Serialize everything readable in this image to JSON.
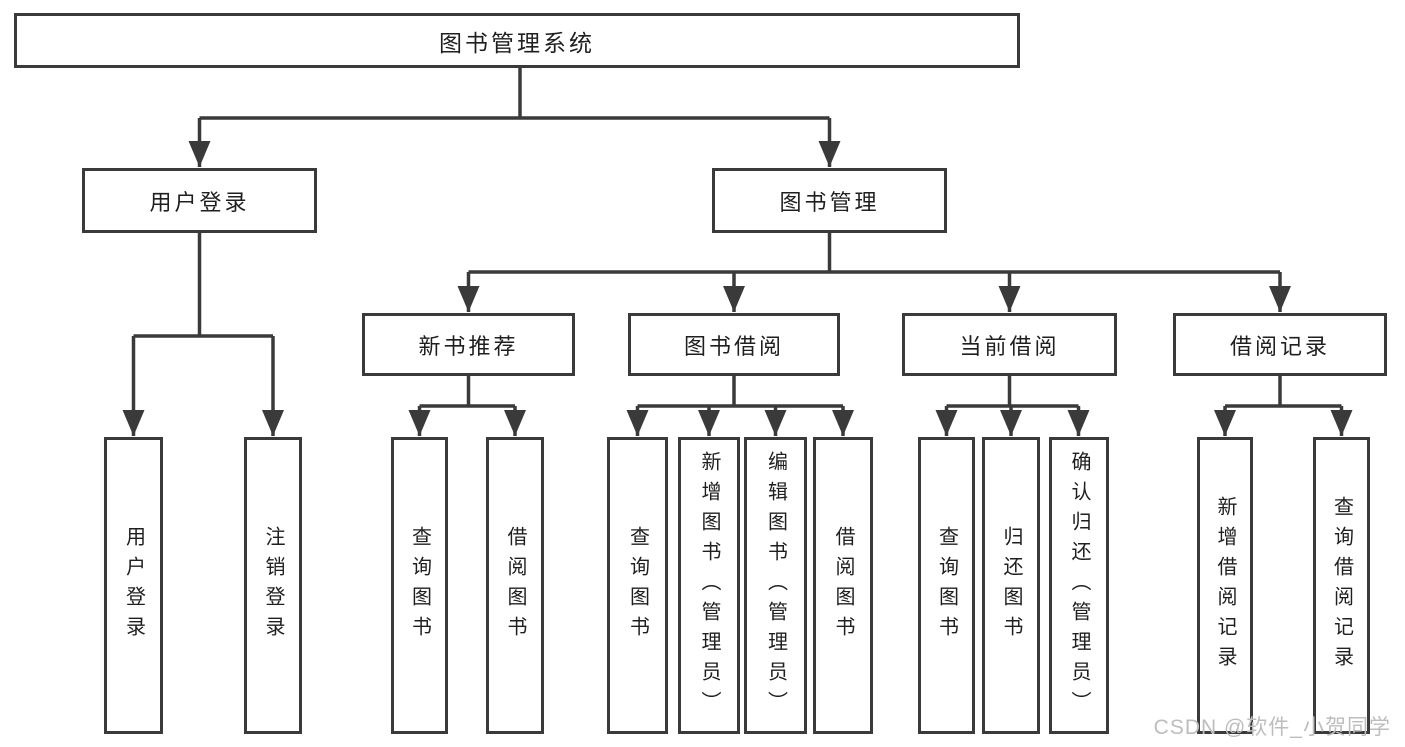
{
  "diagram_type": "function-structure-tree",
  "tree": {
    "label": "图书管理系统",
    "children": [
      {
        "label": "用户登录",
        "children": [
          {
            "label": "用户登录"
          },
          {
            "label": "注销登录"
          }
        ]
      },
      {
        "label": "图书管理",
        "children": [
          {
            "label": "新书推荐",
            "children": [
              {
                "label": "查询图书"
              },
              {
                "label": "借阅图书"
              }
            ]
          },
          {
            "label": "图书借阅",
            "children": [
              {
                "label": "查询图书"
              },
              {
                "label": "新增图书（管理员）"
              },
              {
                "label": "编辑图书（管理员）"
              },
              {
                "label": "借阅图书"
              }
            ]
          },
          {
            "label": "当前借阅",
            "children": [
              {
                "label": "查询图书"
              },
              {
                "label": "归还图书"
              },
              {
                "label": "确认归还（管理员）"
              }
            ]
          },
          {
            "label": "借阅记录",
            "children": [
              {
                "label": "新增借阅记录"
              },
              {
                "label": "查询借阅记录"
              }
            ]
          }
        ]
      }
    ]
  },
  "watermark": "CSDN @软件_小贺同学",
  "colors": {
    "line": "#3a3a3a",
    "text": "#1f1f1f",
    "background": "#ffffff",
    "watermark": "#bdbdbd"
  }
}
